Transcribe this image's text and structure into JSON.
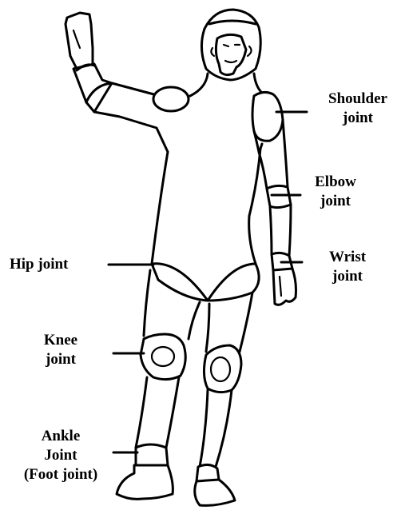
{
  "colors": {
    "ink": "#000000",
    "background": "#ffffff"
  },
  "labels": {
    "shoulder": {
      "line1": "Shoulder",
      "line2": "joint"
    },
    "elbow": {
      "line1": "Elbow",
      "line2": "joint"
    },
    "wrist": {
      "line1": "Wrist",
      "line2": "joint"
    },
    "hip": {
      "line1": "Hip joint"
    },
    "knee": {
      "line1": "Knee",
      "line2": "joint"
    },
    "ankle": {
      "line1": "Ankle",
      "line2": "Joint",
      "line3": "(Foot joint)"
    }
  }
}
